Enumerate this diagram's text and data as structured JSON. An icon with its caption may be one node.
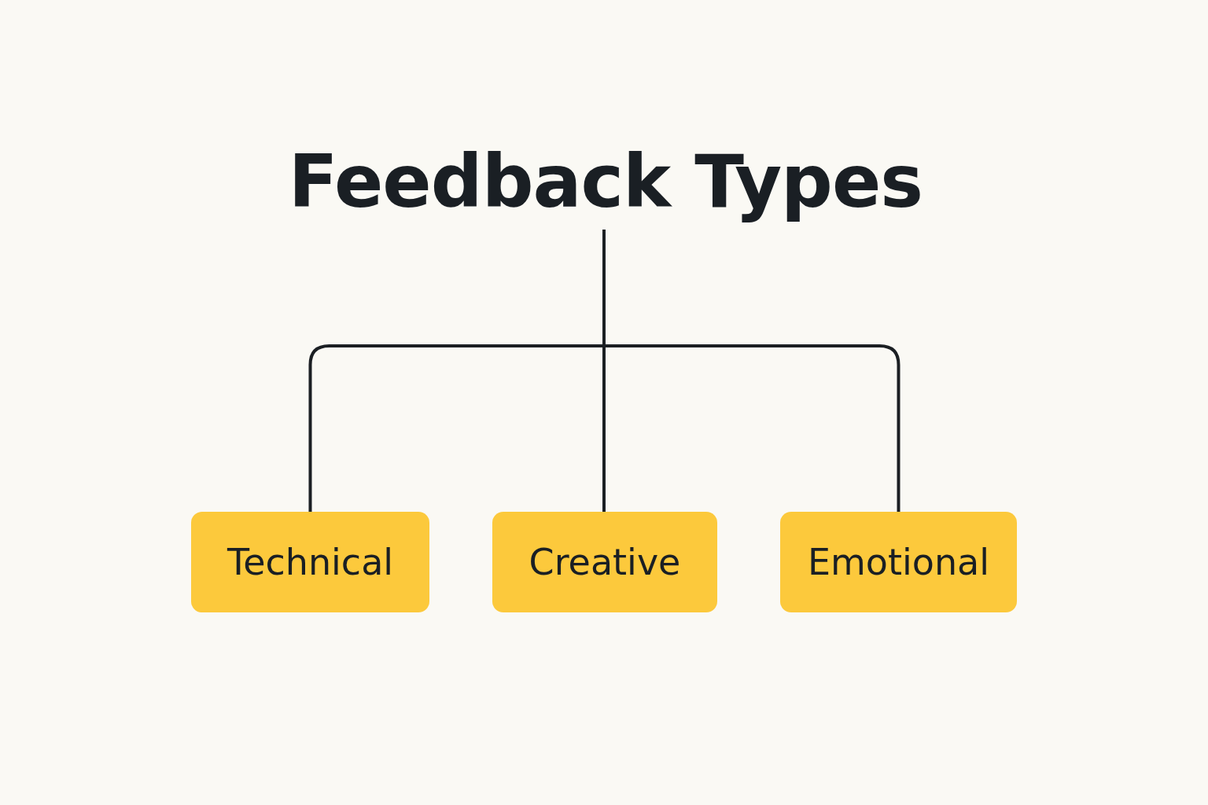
{
  "diagram": {
    "nodes": [
      {
        "text": [
          "Feedback Types"
        ]
      },
      {
        "text": [
          "Technical"
        ]
      },
      {
        "text": [
          "Creative"
        ]
      },
      {
        "text": [
          "Emotional"
        ]
      }
    ],
    "edges": [
      {
        "from": 0,
        "to": 1,
        "arrow": "none"
      },
      {
        "from": 0,
        "to": 2,
        "arrow": "none"
      },
      {
        "from": 0,
        "to": 3,
        "arrow": "none"
      }
    ]
  }
}
